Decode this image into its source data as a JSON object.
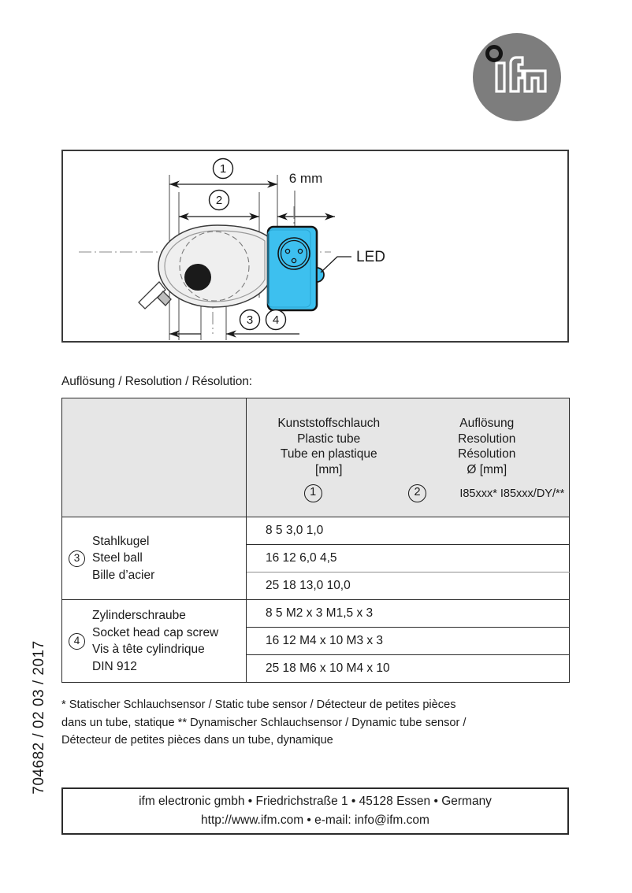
{
  "brand": {
    "logo_name": "ifm-logo",
    "logo_text": "ifm",
    "logo_circle_color": "#7d7d7d"
  },
  "drawing": {
    "name": "tube-sensor-dimension-drawing",
    "dimension_labels": {
      "mark_1": "1",
      "mark_2": "2",
      "width_6mm": "6 mm",
      "mark_3": "3",
      "mark_4": "4"
    },
    "callouts": {
      "led": "LED"
    },
    "colors": {
      "sensor_body": "#3dc0ef",
      "sensor_outline": "#141414",
      "tube_fill": "#eeeeee",
      "ball_fill": "#1a1a1a"
    }
  },
  "table": {
    "caption": "Auflösung / Resolution / Résolution:",
    "header": {
      "col_tube": [
        "Kunststoffschlauch",
        "Plastic tube",
        "Tube en plastique",
        "[mm]"
      ],
      "col_resolution": [
        "Auflösung",
        "Resolution",
        "Résolution",
        "Ø [mm]"
      ],
      "mark_1": "1",
      "mark_2": "2",
      "part_numbers": "I85xxx* I85xxx/DY/**"
    },
    "groups": [
      {
        "marker": "3",
        "names": [
          "Stahlkugel",
          "Steel ball",
          "Bille d’acier"
        ],
        "rows": [
          "8 5 3,0 1,0",
          "16 12 6,0 4,5",
          "25 18 13,0 10,0"
        ]
      },
      {
        "marker": "4",
        "names": [
          "Zylinderschraube",
          "Socket head cap screw",
          "Vis à tête cylindrique",
          "DIN 912"
        ],
        "rows": [
          "8 5 M2 x 3 M1,5 x 3",
          "16 12 M4 x 10 M3 x 3",
          "25 18 M6 x 10 M4 x 10"
        ]
      }
    ]
  },
  "footnotes": {
    "line1": "* Statischer Schlauchsensor / Static tube sensor / Détecteur de petites pièces",
    "line2": "dans un tube, statique   ** Dynamischer Schlauchsensor / Dynamic tube sensor /",
    "line3": "Détecteur de petites pièces dans un tube, dynamique"
  },
  "address": {
    "line1": "ifm electronic gmbh • Friedrichstraße 1 • 45128 Essen • Germany",
    "line2": "http://www.ifm.com  •  e-mail: info@ifm.com"
  },
  "doc_number": "704682 / 02  03 / 2017"
}
